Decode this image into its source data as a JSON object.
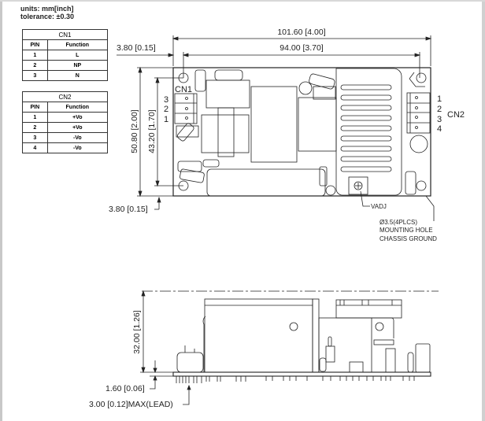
{
  "notes": {
    "units": "units: mm[inch]",
    "tolerance": "tolerance: ±0.30"
  },
  "cn1": {
    "title": "CN1",
    "headers": [
      "PIN",
      "Function"
    ],
    "rows": [
      [
        "1",
        "L"
      ],
      [
        "2",
        "NP"
      ],
      [
        "3",
        "N"
      ]
    ]
  },
  "cn2": {
    "title": "CN2",
    "headers": [
      "PIN",
      "Function"
    ],
    "rows": [
      [
        "1",
        "+Vo"
      ],
      [
        "2",
        "+Vo"
      ],
      [
        "3",
        "-Vo"
      ],
      [
        "4",
        "-Vo"
      ]
    ]
  },
  "top_view": {
    "dim_length": "101.60 [4.00]",
    "dim_hole_span_x": "94.00 [3.70]",
    "dim_offset_top": "3.80 [0.15]",
    "dim_width": "50.80 [2.00]",
    "dim_hole_span_y": "43.20 [1.70]",
    "dim_offset_bottom": "3.80 [0.15]",
    "cn1_label": "CN1",
    "cn1_pins": [
      "3",
      "2",
      "1"
    ],
    "cn2_label": "CN2",
    "cn2_pins": [
      "1",
      "2",
      "3",
      "4"
    ],
    "vadj": "VADJ",
    "hole_note": [
      "Ø3.5(4PLCS)",
      "MOUNTING HOLE",
      "CHASSIS GROUND"
    ]
  },
  "side_view": {
    "dim_height": "32.00 [1.26]",
    "dim_pcb": "1.60 [0.06]",
    "dim_lead": "3.00 [0.12]MAX(LEAD)"
  }
}
